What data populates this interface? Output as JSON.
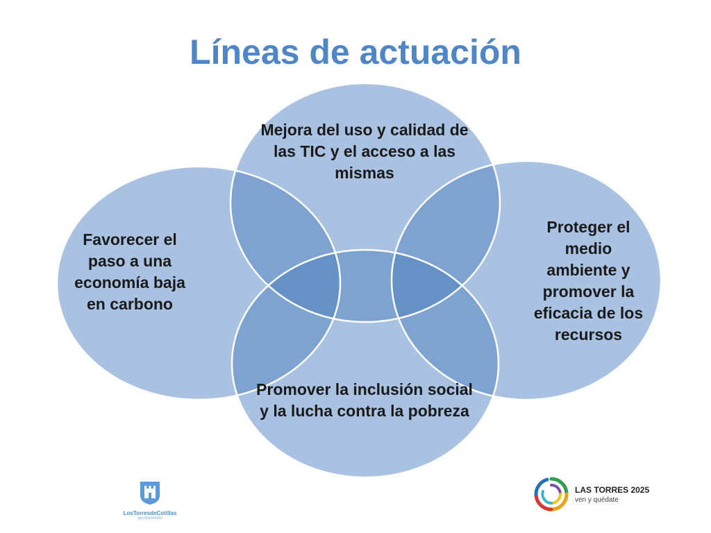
{
  "slide": {
    "title": "Líneas de actuación"
  },
  "diagram": {
    "type": "venn",
    "circles": [
      {
        "id": "top",
        "label": "Mejora del uso y calidad de las TIC y el acceso a las mismas"
      },
      {
        "id": "left",
        "label": "Favorecer el paso a una economía baja en carbono"
      },
      {
        "id": "right",
        "label": "Proteger el medio ambiente y promover la eficacia de los recursos"
      },
      {
        "id": "bottom",
        "label": "Promover la inclusión social y la lucha contra la pobreza"
      }
    ],
    "colors": {
      "circle_fill": "#a9c2e2",
      "overlap_fill": "#6f99cb",
      "circle_stroke": "#ffffff",
      "title_color": "#4f86c6"
    }
  },
  "footer": {
    "left_logo": {
      "name": "LosTorresdeCotillas",
      "sub": "ayuntamiento",
      "icon": "city-castle-icon"
    },
    "right_logo": {
      "title": "LAS TORRES 2025",
      "tagline": "ven y quédate",
      "icon": "colorful-ring-icon"
    }
  }
}
